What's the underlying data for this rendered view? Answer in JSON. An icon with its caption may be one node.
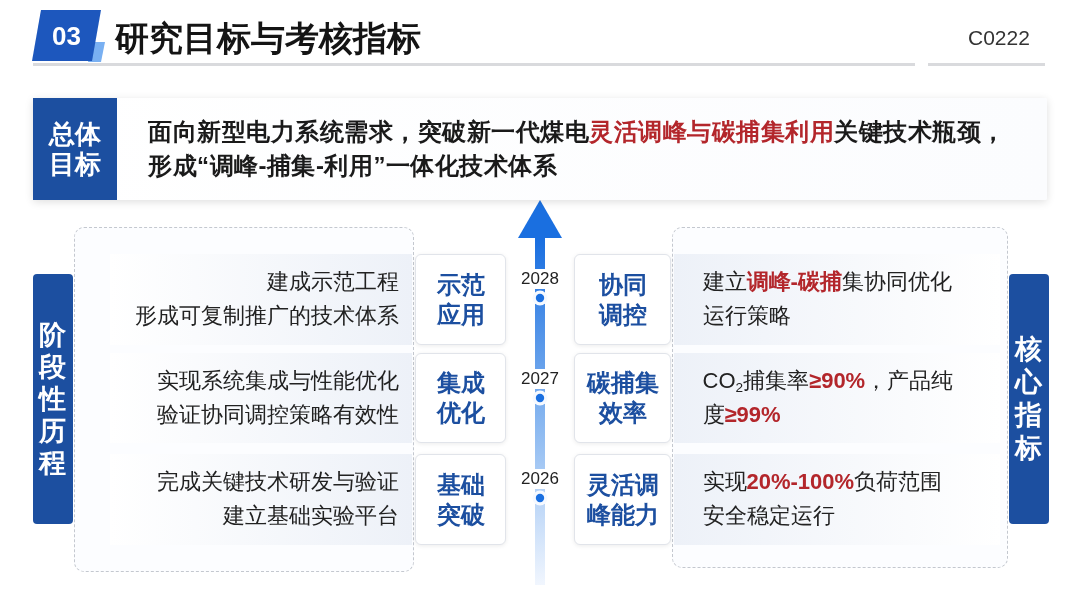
{
  "diagram": {
    "title": "研究目标与考核指标",
    "nodes": [
      {
        "text": [
          "03"
        ]
      },
      {
        "text": [
          "总体目标",
          "面向新型电力系统需求，突破新一代煤电**灵活调峰与碳捕集利用**关键技术瓶颈，形成“调峰-捕集-利用”一体化技术体系"
        ]
      },
      {
        "text": [
          "阶段性历程"
        ]
      },
      {
        "text": [
          "核心指标"
        ]
      },
      {
        "text": [
          "建成示范工程",
          "形成可复制推广的技术体系"
        ],
        "in": 2
      },
      {
        "text": [
          "示范应用"
        ]
      },
      {
        "text": [
          "协同调控"
        ]
      },
      {
        "text": [
          "建立**调峰-碳捕**集协同优化运行策略"
        ],
        "in": 3
      },
      {
        "text": [
          "实现系统集成与性能优化",
          "验证协同调控策略有效性"
        ],
        "in": 2
      },
      {
        "text": [
          "集成优化"
        ]
      },
      {
        "text": [
          "碳捕集效率"
        ]
      },
      {
        "text": [
          "CO$_{2}$捕集率**≥90%**，产品纯度**≥99%**"
        ],
        "in": 3
      },
      {
        "text": [
          "完成关键技术研发与验证",
          "建立基础实验平台"
        ],
        "in": 2
      },
      {
        "text": [
          "基础突破"
        ]
      },
      {
        "text": [
          "灵活调峰能力"
        ]
      },
      {
        "text": [
          "实现**20%-100%**负荷范围安全稳定运行"
        ],
        "in": 3
      }
    ],
    "edges": [
      {
        "from": null,
        "to": 1,
        "arrow": "to"
      }
    ],
    "labels": [
      "C0222",
      "2028",
      "2027",
      "2026"
    ]
  }
}
